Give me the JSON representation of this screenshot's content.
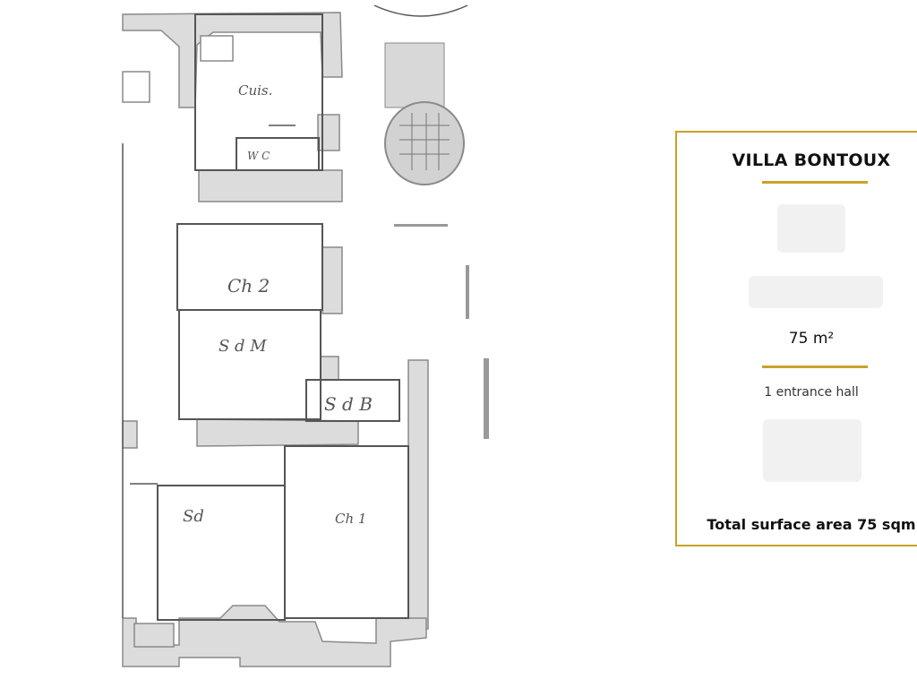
{
  "floor_plan": {
    "room_labels": {
      "kitchen": "Cuis.",
      "wc": "W C",
      "bedroom_2": "Ch 2",
      "bathroom_main": "S d M",
      "bathroom_b": "S d B",
      "living_room": "Sd",
      "bedroom_1": "Ch 1"
    }
  },
  "info_card": {
    "title": "VILLA BONTOUX",
    "surface_line": "75 m²",
    "entrance_hall": "1 entrance hall",
    "total_surface": "Total surface area 75 sqm"
  },
  "colors": {
    "accent_gold": "#c9a227",
    "wall_fill": "#dcdcdc",
    "wall_stroke": "#8a8a8a"
  }
}
